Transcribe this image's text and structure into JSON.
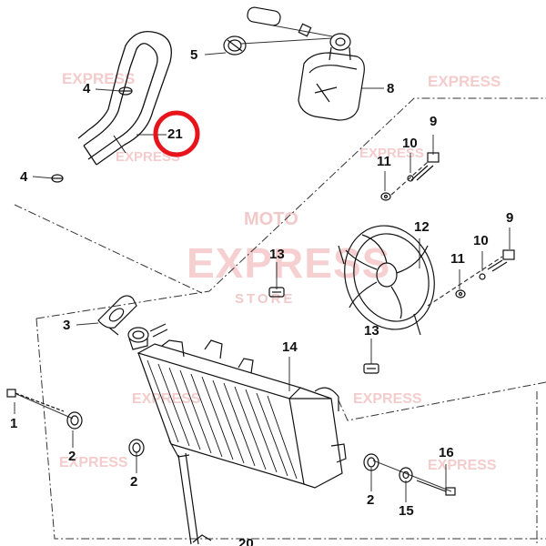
{
  "callouts": {
    "c1": "1",
    "c2a": "2",
    "c2b": "2",
    "c2c": "2",
    "c3": "3",
    "c4a": "4",
    "c4b": "4",
    "c5": "5",
    "c8": "8",
    "c9a": "9",
    "c9b": "9",
    "c10a": "10",
    "c10b": "10",
    "c11a": "11",
    "c11b": "11",
    "c12": "12",
    "c13a": "13",
    "c13b": "13",
    "c14": "14",
    "c15": "15",
    "c16": "16",
    "c20": "20",
    "c21": "21"
  },
  "highlight": {
    "part": "21",
    "color": "#e8141b"
  },
  "watermark": {
    "line1": "MOTO",
    "line2": "EXPRESS",
    "line3": "STORE",
    "color": "#e36a6a"
  }
}
